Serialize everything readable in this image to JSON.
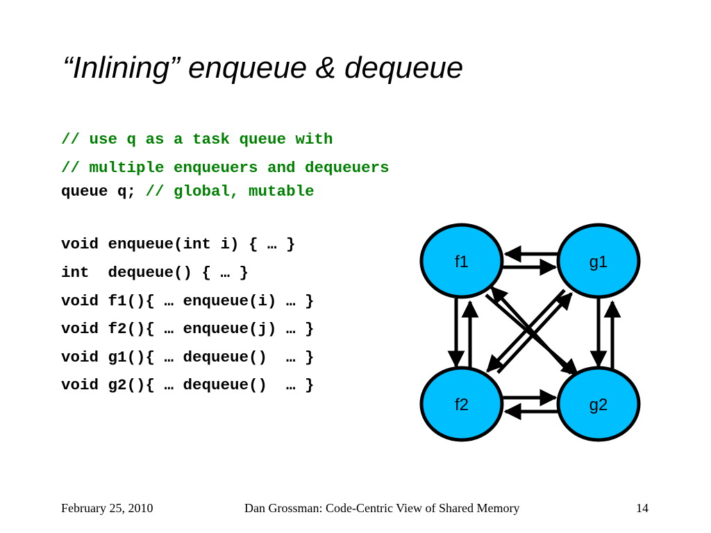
{
  "title": "“Inlining” enqueue & dequeue",
  "code": {
    "comment1": "// use q as a task queue with",
    "comment2": "// multiple enqueuers and dequeuers",
    "decl_code": "queue q; ",
    "decl_comment": "// global, mutable",
    "lines": [
      "void enqueue(int i) { … }",
      "int  dequeue() { … }",
      "void f1(){ … enqueue(i) … }",
      "void f2(){ … enqueue(j) … }",
      "void g1(){ … dequeue()  … }",
      "void g2(){ … dequeue()  … }"
    ]
  },
  "diagram": {
    "node_color": "#00BFFF",
    "nodes": [
      "f1",
      "g1",
      "f2",
      "g2"
    ]
  },
  "footer": {
    "date": "February 25, 2010",
    "center": "Dan Grossman: Code-Centric View of Shared Memory",
    "page": "14"
  }
}
